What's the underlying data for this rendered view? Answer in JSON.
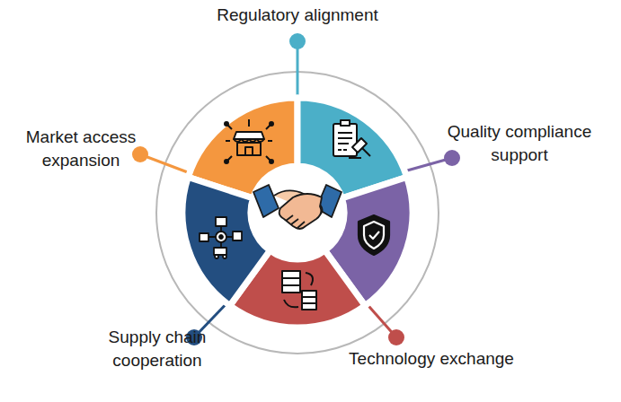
{
  "diagram": {
    "labels": [
      "Regulatory alignment",
      "Quality compliance support",
      "Technology exchange",
      "Supply chain cooperation",
      "Market access expansion"
    ]
  }
}
